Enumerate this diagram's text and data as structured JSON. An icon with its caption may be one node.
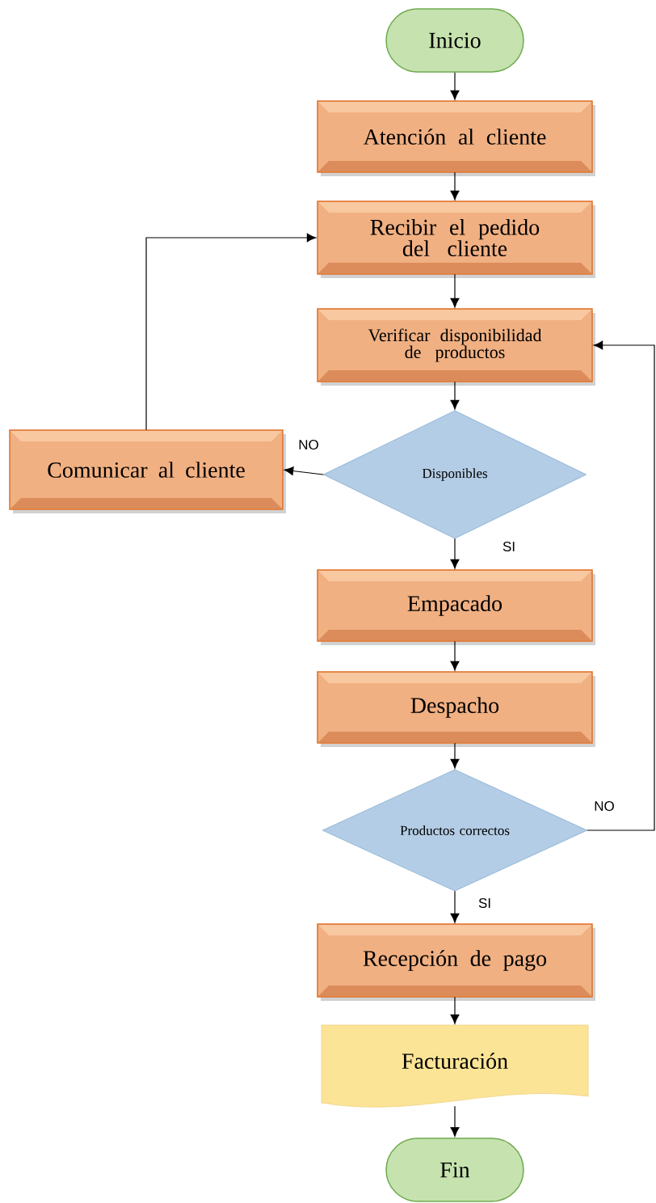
{
  "diagram": {
    "nodes": [
      {
        "text": [
          "Inicio"
        ]
      },
      {
        "text": [
          "Atención al cliente"
        ]
      },
      {
        "text": [
          "Recibir el pedido del cliente"
        ]
      },
      {
        "text": [
          "Verificar disponibilidad de productos"
        ]
      },
      {
        "text": [
          "Disponibles"
        ]
      },
      {
        "text": [
          "Comunicar al cliente"
        ]
      },
      {
        "text": [
          "Empacado"
        ]
      },
      {
        "text": [
          "Despacho"
        ]
      },
      {
        "text": [
          "Productos correctos"
        ]
      },
      {
        "text": [
          "Recepción de pago"
        ]
      },
      {
        "text": [
          "Facturación"
        ]
      },
      {
        "text": [
          "Fin"
        ]
      }
    ],
    "edges": [
      {
        "from": 0,
        "to": 1,
        "arrow": "to"
      },
      {
        "from": 1,
        "to": 2,
        "arrow": "to"
      },
      {
        "from": 2,
        "to": 3,
        "arrow": "to"
      },
      {
        "from": 3,
        "to": 4,
        "arrow": "to"
      },
      {
        "from": 4,
        "to": 5,
        "arrow": "to",
        "label": "NO"
      },
      {
        "from": 4,
        "to": 6,
        "arrow": "to",
        "label": "SI"
      },
      {
        "from": 5,
        "to": 2,
        "arrow": "to"
      },
      {
        "from": 6,
        "to": 7,
        "arrow": "to"
      },
      {
        "from": 7,
        "to": 8,
        "arrow": "to"
      },
      {
        "from": 8,
        "to": 3,
        "arrow": "to",
        "label": "NO"
      },
      {
        "from": 8,
        "to": 9,
        "arrow": "to",
        "label": "SI"
      },
      {
        "from": 9,
        "to": 10,
        "arrow": "to"
      },
      {
        "from": 10,
        "to": 11,
        "arrow": "to"
      }
    ]
  }
}
